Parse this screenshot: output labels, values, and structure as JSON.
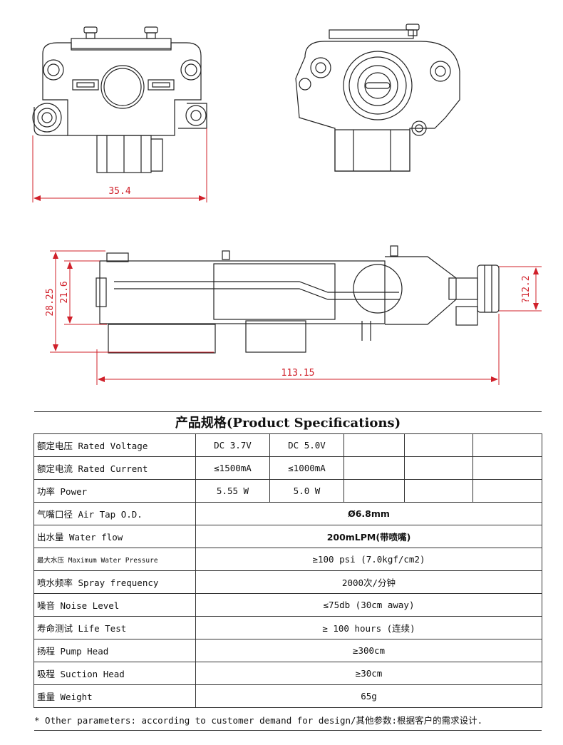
{
  "dimensions": {
    "front_width": "35.4",
    "side_height_total": "28.25",
    "side_height_body": "21.6",
    "side_length": "113.15",
    "nozzle_diameter": "?12.2"
  },
  "spec_title": "产品规格(Product Specifications)",
  "rows": [
    {
      "label": "额定电压 Rated Voltage",
      "values": [
        "DC 3.7V",
        "DC 5.0V",
        "",
        "",
        ""
      ]
    },
    {
      "label": "额定电流 Rated Current",
      "values": [
        "≤1500mA",
        "≤1000mA",
        "",
        "",
        ""
      ]
    },
    {
      "label": "功率     Power",
      "values": [
        "5.55 W",
        "5.0 W",
        "",
        "",
        ""
      ]
    },
    {
      "label": "气嘴口径 Air Tap O.D.",
      "span_value": "Ø6.8mm",
      "bold": true
    },
    {
      "label": "出水量   Water flow",
      "span_value": "200mLPM(带喷嘴)",
      "bold": true
    },
    {
      "label": "最大水压 Maximum Water Pressure",
      "span_value": "≥100 psi (7.0kgf/cm2)",
      "small": true
    },
    {
      "label": "喷水频率 Spray frequency",
      "span_value": "2000次/分钟"
    },
    {
      "label": "噪音 Noise Level",
      "span_value": "≤75db (30cm away)"
    },
    {
      "label": "寿命测试 Life Test",
      "span_value": "≥ 100 hours (连续)"
    },
    {
      "label": "扬程 Pump Head",
      "span_value": "≥300cm"
    },
    {
      "label": "吸程  Suction Head",
      "span_value": "≥30cm"
    },
    {
      "label": "重量  Weight",
      "span_value": "65g"
    }
  ],
  "footnote": "* Other parameters: according to customer demand for design/其他参数:根据客户的需求设计."
}
